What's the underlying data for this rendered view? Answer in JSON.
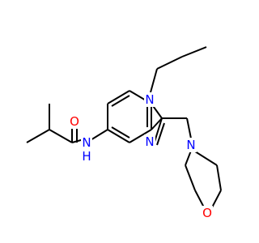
{
  "molecule": {
    "atom_labels": {
      "amide_o": "O",
      "amide_nh": "N",
      "amide_h": "H",
      "imid_n1": "N",
      "imid_n3": "N",
      "morph_n": "N",
      "morph_o": "O"
    },
    "colors": {
      "bond": "#000000",
      "oxygen": "#ff0000",
      "nitrogen": "#0000ff"
    }
  }
}
